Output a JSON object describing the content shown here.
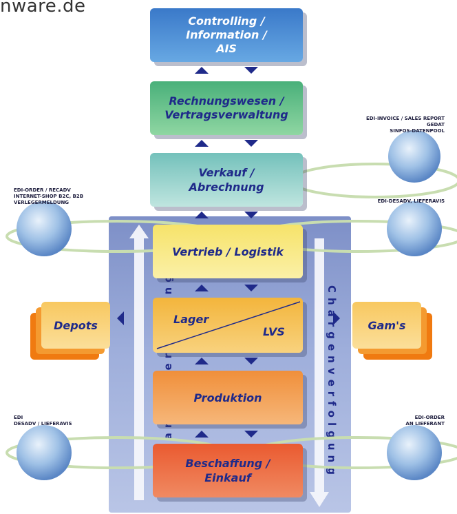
{
  "site": {
    "text": "nware.de"
  },
  "boxes": {
    "controlling": {
      "line1": "Controlling /",
      "line2": "Information /",
      "line3": "AIS"
    },
    "rechnungswesen": {
      "line1": "Rechnungswesen /",
      "line2": "Vertragsverwaltung"
    },
    "verkauf": {
      "line1": "Verkauf /",
      "line2": "Abrechnung"
    },
    "vertrieb": {
      "label": "Vertrieb / Logistik"
    },
    "lager": {
      "left": "Lager",
      "right": "LVS"
    },
    "produktion": {
      "label": "Produktion"
    },
    "beschaffung": {
      "line1": "Beschaffung /",
      "line2": "Einkauf"
    }
  },
  "side": {
    "depots": "Depots",
    "gams": "Gam's"
  },
  "vertical": {
    "left": "Chargenverfolgung",
    "right": "Chargenverfolgung"
  },
  "notes": {
    "top_right": {
      "l1": "EDI-INVOICE / SALES REPORT",
      "l2": "GEDAT",
      "l3": "SINFOS-DATENPOOL"
    },
    "mid_left": {
      "l1": "EDI-ORDER / RECADV",
      "l2": "INTERNET-SHOP B2C, B2B",
      "l3": "VERLEGERMELDUNG"
    },
    "mid_right": {
      "l1": "EDI-DESADV, LIEFERAVIS"
    },
    "bot_left": {
      "l1": "EDI",
      "l2": "DESADV / LIEFERAVIS"
    },
    "bot_right": {
      "l1": "EDI-ORDER",
      "l2": "AN LIEFERANT"
    }
  },
  "colors": {
    "arrow": "#1f2a8a",
    "ring": "#c8ddb0",
    "text": "#1f2a8a"
  },
  "icons": [
    "globe-icon",
    "up-arrow-icon",
    "down-arrow-icon",
    "left-arrow-icon",
    "right-arrow-icon"
  ]
}
